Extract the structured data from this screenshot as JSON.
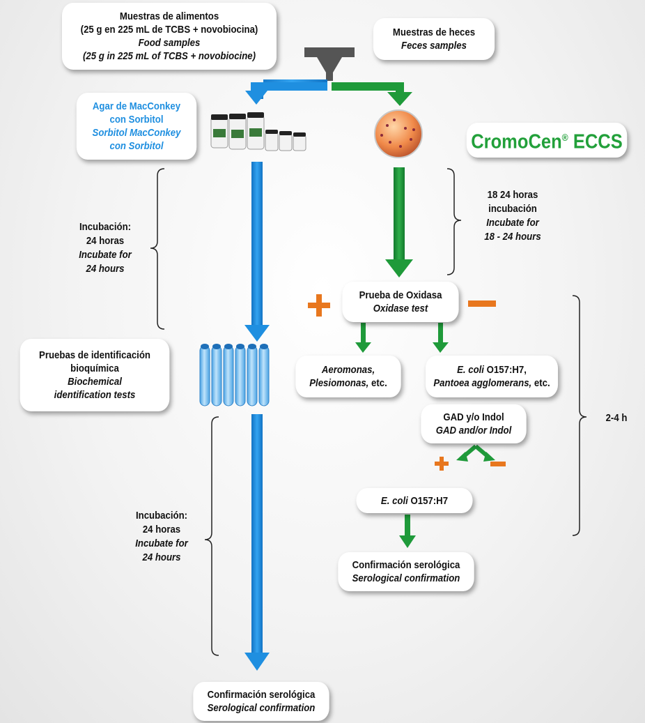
{
  "food_samples": {
    "line1": "Muestras de alimentos",
    "line2": "(25 g en 225 mL de TCBS + novobiocina)",
    "line3": "Food samples",
    "line4": "(25 g in 225 mL of TCBS + novobiocine)"
  },
  "feces_samples": {
    "line1": "Muestras de heces",
    "line2": "Feces samples"
  },
  "macconkey": {
    "line1": "Agar de MacConkey",
    "line2": "con Sorbitol",
    "line3": "Sorbitol MacConkey",
    "line4": "con Sorbitol"
  },
  "product": {
    "name": "CromoCen",
    "reg": "®",
    "suffix": " ECCS"
  },
  "incubation_green": {
    "line1": "18  24 horas",
    "line2": "incubación",
    "line3": "Incubate for",
    "line4": "18 - 24 hours"
  },
  "incubation_blue_1": {
    "line1": "Incubación:",
    "line2": "24 horas",
    "line3": "Incubate for",
    "line4": "24 hours"
  },
  "oxidase": {
    "line1": "Prueba de Oxidasa",
    "line2": "Oxidase test"
  },
  "plus": "+",
  "minus": "−",
  "biochem": {
    "line1": "Pruebas de identificación",
    "line2": "bioquímica",
    "line3": "Biochemical",
    "line4": "identification tests"
  },
  "aeromonas": {
    "line1": "Aeromonas,",
    "line2_it": "Plesiomonas,",
    "line2_rest": " etc."
  },
  "ecoli_result": {
    "line1_it": "E. coli",
    "line1_rest": " O157:H7,",
    "line2_it": "Pantoea agglomerans,",
    "line2_rest": " etc."
  },
  "gad": {
    "line1": "GAD y/o Indol",
    "line2": "GAD and/or Indol"
  },
  "time_range": "2-4 h",
  "incubation_blue_2": {
    "line1": "Incubación:",
    "line2": "24 horas",
    "line3": "Incubate for",
    "line4": "24 hours"
  },
  "ecoli_final": {
    "it": "E. coli",
    "rest": " O157:H7"
  },
  "serological_right": {
    "line1": "Confirmación serológica",
    "line2": "Serological confirmation"
  },
  "serological_bottom": {
    "line1": "Confirmación serológica",
    "line2": "Serological confirmation"
  },
  "colors": {
    "blue": "#1f8fe0",
    "green": "#1f9a3a",
    "orange": "#e8771e",
    "funnel": "#555555"
  }
}
